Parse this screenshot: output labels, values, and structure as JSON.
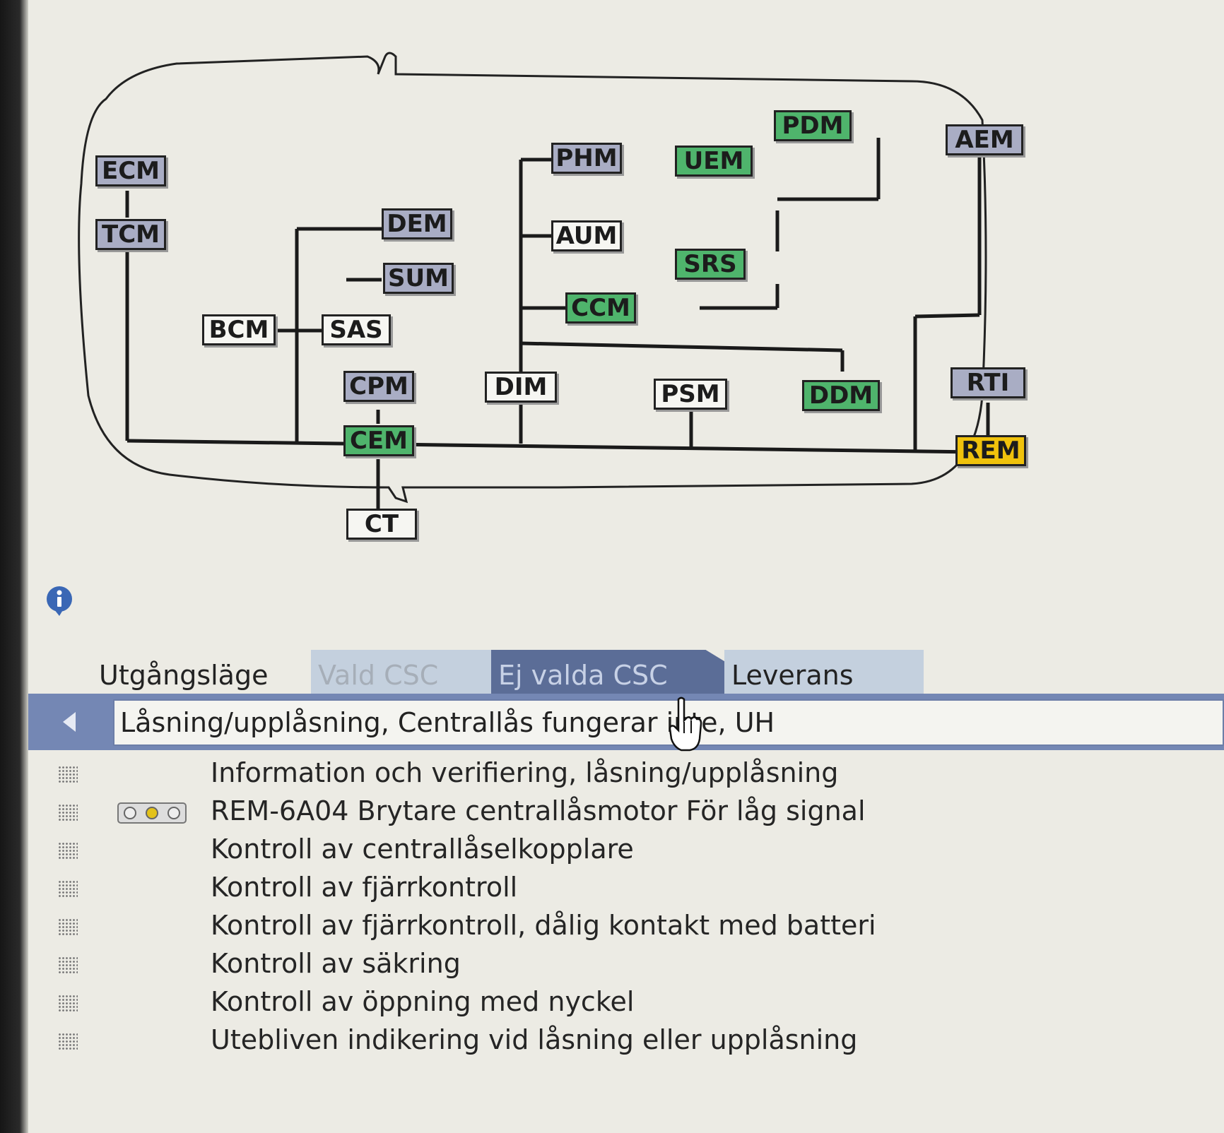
{
  "diagram": {
    "modules": {
      "ecm": "ECM",
      "tcm": "TCM",
      "dem": "DEM",
      "sum": "SUM",
      "bcm": "BCM",
      "sas": "SAS",
      "cpm": "CPM",
      "cem": "CEM",
      "ct": "CT",
      "phm": "PHM",
      "aum": "AUM",
      "ccm": "CCM",
      "dim": "DIM",
      "uem": "UEM",
      "pdm": "PDM",
      "srs": "SRS",
      "psm": "PSM",
      "ddm": "DDM",
      "aem": "AEM",
      "rti": "RTI",
      "rem": "REM"
    },
    "colors": {
      "grey": "#a9adc4",
      "green": "#4fb46c",
      "white": "#f6f6f2",
      "yellow": "#f0c20c"
    }
  },
  "info_icon": "info-icon",
  "tabs": {
    "utgangslage": "Utgångsläge",
    "vald_csc": "Vald CSC",
    "ej_valda_csc": "Ej valda CSC",
    "leverans": "Leverans"
  },
  "active_tab": "Ej valda CSC",
  "breadcrumb": "Låsning/upplåsning, Centrallås fungerar inte, UH",
  "items": [
    "Information och verifiering, låsning/upplåsning",
    "REM-6A04 Brytare centrallåsmotor För låg signal",
    "Kontroll av centrallåselkopplare",
    "Kontroll av fjärrkontroll",
    "Kontroll av fjärrkontroll, dålig kontakt med batteri",
    "Kontroll av säkring",
    "Kontroll av öppning med nyckel",
    "Utebliven indikering vid låsning eller upplåsning"
  ]
}
